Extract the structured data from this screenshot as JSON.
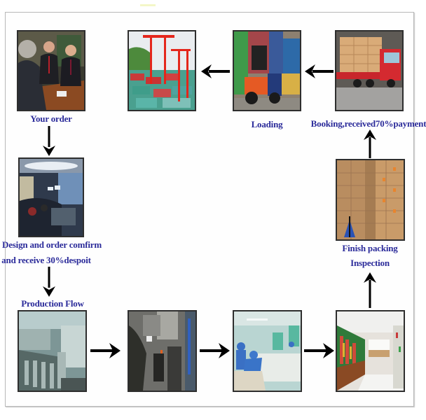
{
  "diagram": {
    "title": "",
    "colors": {
      "label": "#2b2b9a",
      "arrow": "#000000",
      "frame": "#b8b8b8"
    },
    "steps": [
      {
        "id": "your-order",
        "label": "Your order",
        "image": "business-meeting-photo"
      },
      {
        "id": "design",
        "label_line1": "Design and order comfirm",
        "label_line2": "and receive 30%despoit",
        "image": "design-office-photo"
      },
      {
        "id": "production",
        "label": "Production Flow",
        "images": [
          "factory-machinery-photo",
          "packaging-machine-photo",
          "clean-room-workers-photo",
          "showroom-photo"
        ]
      },
      {
        "id": "inspection",
        "label_line1": "Finish packing",
        "label_line2": "Inspection",
        "image": "stacked-cartons-photo"
      },
      {
        "id": "booking",
        "label": "Booking,received70%payment",
        "image": "cargo-truck-photo"
      },
      {
        "id": "loading",
        "label": "Loading",
        "image": "forklift-containers-photo"
      },
      {
        "id": "shipping",
        "label": "",
        "image": "container-port-photo"
      }
    ]
  }
}
